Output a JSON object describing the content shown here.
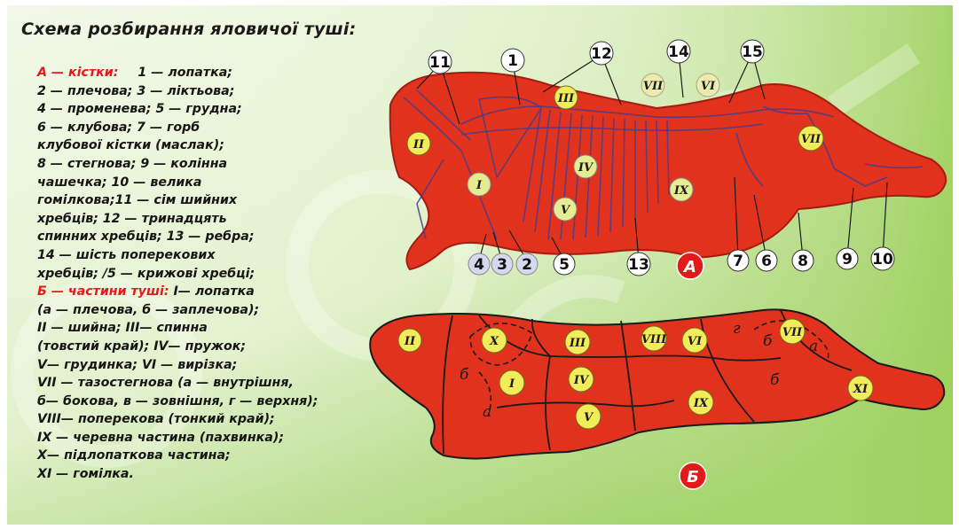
{
  "title": "Схема розбирання яловичої туші:",
  "legend_lines": [
    {
      "label": "А — кістки:",
      "text": "1 — лопатка;"
    },
    {
      "text": "2 — плечова; 3 — ліктьова;"
    },
    {
      "text": "4 — променева; 5 — грудна;"
    },
    {
      "text": "6 — клубова; 7 — горб"
    },
    {
      "text": "клубової кістки (маслак);"
    },
    {
      "text": "8 — стегнова; 9 — колінна"
    },
    {
      "text": "чашечка; 10 — велика"
    },
    {
      "text": "гомілкова;11 — сім шийних"
    },
    {
      "text": "хребців; 12 — тринадцять"
    },
    {
      "text": "спинних хребців; 13 — ребра;"
    },
    {
      "text": "14 — шість поперекових"
    },
    {
      "text": "хребців; /5 — крижові хребці;"
    },
    {
      "label": "Б — частини туші:",
      "text": "І— лопатка"
    },
    {
      "text": "(а — плечова, б — заплечова);"
    },
    {
      "text": "ІІ — шийна; ІІІ— спинна"
    },
    {
      "text": "(товстий край); IV— пружок;"
    },
    {
      "text": "V— грудинка; VI — вирізка;"
    },
    {
      "text": "VII — тазостегнова (а — внутрішня,"
    },
    {
      "text": "б— бокова, в — зовнішня, г — верхня);"
    },
    {
      "text": "VIII— поперекова (тонкий край);"
    },
    {
      "text": "ІХ — черевна частина (пахвинка);"
    },
    {
      "text": "X— підлопаткова частина;"
    },
    {
      "text": "XI — гомілка."
    }
  ],
  "diagram_a": {
    "letter": "А",
    "bone_numbers": [
      "11",
      "1",
      "12",
      "14",
      "15",
      "4",
      "3",
      "2",
      "5",
      "13",
      "7",
      "6",
      "8",
      "9",
      "10"
    ],
    "romans": [
      "II",
      "III",
      "VII",
      "VI",
      "VII",
      "I",
      "IV",
      "V",
      "IX"
    ]
  },
  "diagram_b": {
    "letter": "Б",
    "romans": [
      "II",
      "X",
      "III",
      "VIII",
      "VI",
      "VII",
      "I",
      "IV",
      "V",
      "IX",
      "XI"
    ],
    "sub_letters": [
      "б",
      "а",
      "г",
      "б",
      "а",
      "б"
    ]
  },
  "colors": {
    "meat": "#e1321e",
    "meat_dark": "#a41d10",
    "label_red": "#e31a1a",
    "badge_yellow": "#f2ec5a",
    "bg_green": "#9bd05a"
  }
}
